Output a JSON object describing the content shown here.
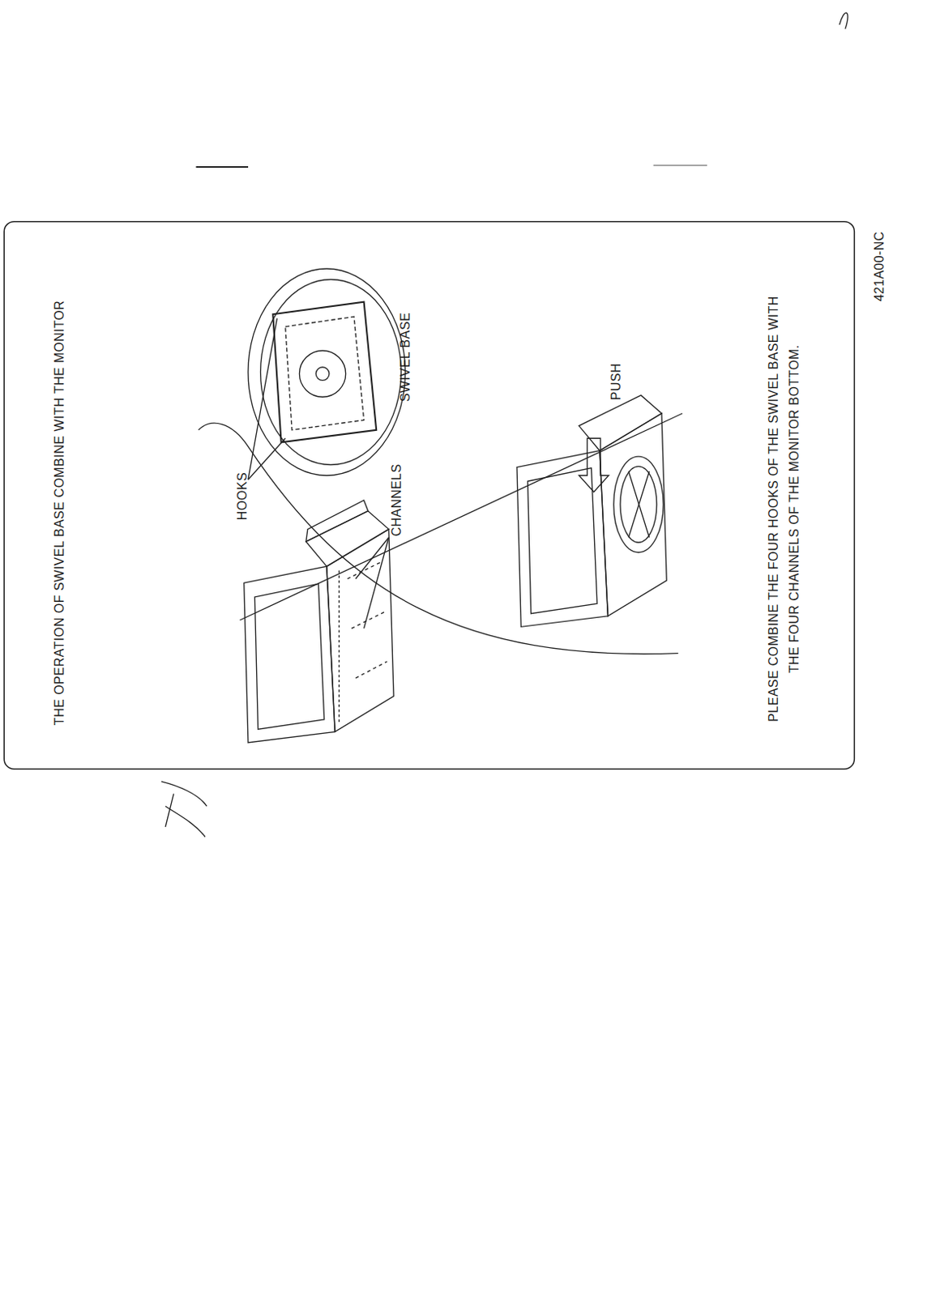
{
  "diagram": {
    "title": "THE OPERATION OF SWIVEL BASE COMBINE WITH THE MONITOR",
    "caption": "PLEASE COMBINE THE FOUR HOOKS OF THE SWIVEL BASE WITH THE FOUR CHANNELS OF THE MONITOR BOTTOM.",
    "labels": [
      "HOOKS",
      "CHANNELS",
      "SWIVEL BASE",
      "PUSH",
      "421A00-NC"
    ]
  }
}
